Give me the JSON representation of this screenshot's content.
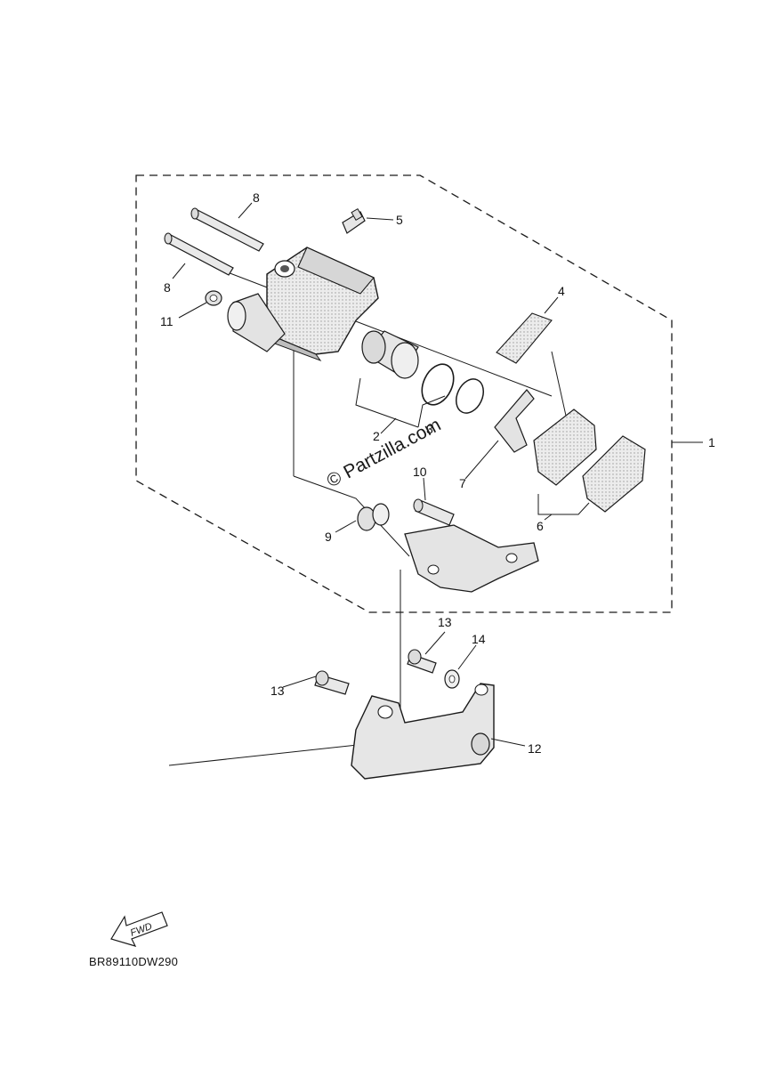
{
  "watermark": "© Partzilla.com",
  "diagram_code": "BR89110DW290",
  "fwd_label": "FWD",
  "callouts": [
    "1",
    "2",
    "3",
    "4",
    "5",
    "6",
    "7",
    "8",
    "8",
    "9",
    "10",
    "11",
    "12",
    "13",
    "13",
    "14"
  ],
  "colors": {
    "line": "#1a1a1a",
    "part_fill": "#e6e6e6",
    "part_shade": "#cfcfcf",
    "background": "#ffffff"
  }
}
